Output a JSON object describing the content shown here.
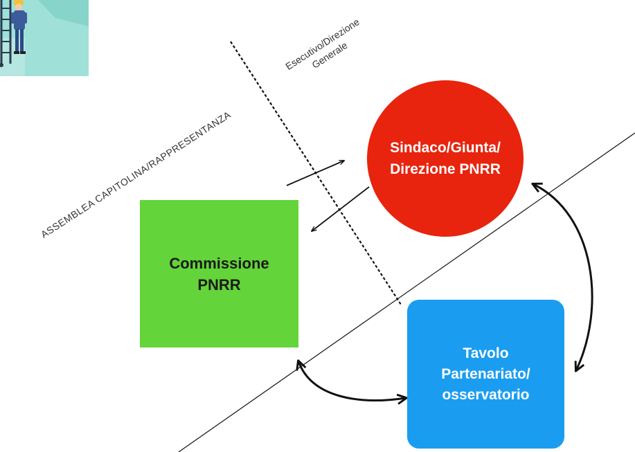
{
  "nodes": {
    "sindaco": {
      "line1": "Sindaco/Giunta/",
      "line2": "Direzione PNRR",
      "color": "#e8240e"
    },
    "commissione": {
      "line1": "Commissione",
      "line2": "PNRR",
      "color": "#63d43a"
    },
    "tavolo": {
      "line1": "Tavolo",
      "line2": "Partenariato/",
      "line3": "osservatorio",
      "color": "#1a9df0"
    }
  },
  "zones": {
    "assemblea": "ASSEMBLEA CAPITOLINA/RAPPRESENTANZA",
    "esecutivo_line1": "Esecutivo/Direzione",
    "esecutivo_line2": "Generale"
  },
  "illustration": {
    "icon": "worker-on-ladder-illustration"
  }
}
